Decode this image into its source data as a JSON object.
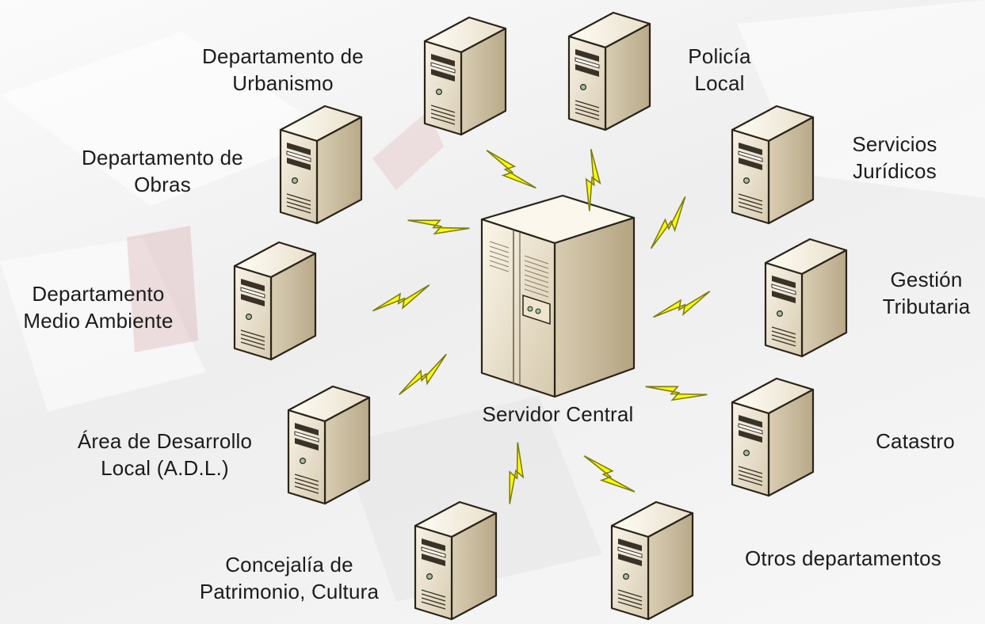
{
  "diagram": {
    "center": {
      "label": "Servidor Central",
      "icon": "server-tower-icon"
    },
    "nodes": [
      {
        "id": "urbanismo",
        "lines": [
          "Departamento de",
          "Urbanismo"
        ],
        "icon": "workstation-icon"
      },
      {
        "id": "policia",
        "lines": [
          "Policía",
          "Local"
        ],
        "icon": "workstation-icon"
      },
      {
        "id": "obras",
        "lines": [
          "Departamento de",
          "Obras"
        ],
        "icon": "workstation-icon"
      },
      {
        "id": "juridicos",
        "lines": [
          "Servicios",
          "Jurídicos"
        ],
        "icon": "workstation-icon"
      },
      {
        "id": "medio-ambiente",
        "lines": [
          "Departamento",
          "Medio Ambiente"
        ],
        "icon": "workstation-icon"
      },
      {
        "id": "tributaria",
        "lines": [
          "Gestión",
          "Tributaria"
        ],
        "icon": "workstation-icon"
      },
      {
        "id": "adl",
        "lines": [
          "Área de Desarrollo",
          "Local (A.D.L.)"
        ],
        "icon": "workstation-icon"
      },
      {
        "id": "catastro",
        "lines": [
          "Catastro"
        ],
        "icon": "workstation-icon"
      },
      {
        "id": "concejalia",
        "lines": [
          "Concejalía de",
          "Patrimonio, Cultura"
        ],
        "icon": "workstation-icon"
      },
      {
        "id": "otros",
        "lines": [
          "Otros departamentos"
        ],
        "icon": "workstation-icon"
      }
    ],
    "connector_icon": "lightning-bolt-icon",
    "colors": {
      "bolt_fill": "#ffff00",
      "bolt_stroke": "#8a8a10",
      "case": "#e9dfc9",
      "text": "#1c1c1c"
    }
  }
}
